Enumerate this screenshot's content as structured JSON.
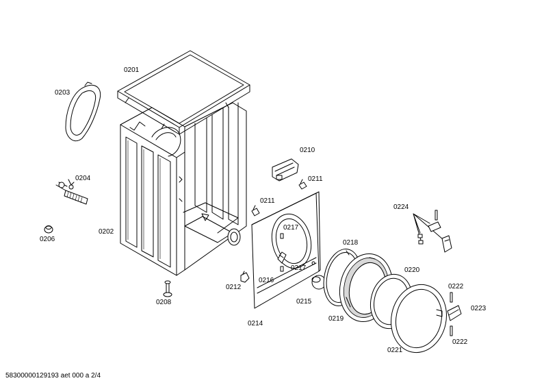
{
  "parts": {
    "p0201": "0201",
    "p0202": "0202",
    "p0203": "0203",
    "p0204": "0204",
    "p0206": "0206",
    "p0208": "0208",
    "p0210": "0210",
    "p0211a": "0211",
    "p0211b": "0211",
    "p0212": "0212",
    "p0214": "0214",
    "p0215": "0215",
    "p0216": "0216",
    "p0217a": "0217",
    "p0217b": "0217",
    "p0218": "0218",
    "p0219": "0219",
    "p0220": "0220",
    "p0221": "0221",
    "p0222a": "0222",
    "p0222b": "0222",
    "p0223": "0223",
    "p0224": "0224"
  },
  "footer": "58300000129193 aet 000 a 2/4"
}
